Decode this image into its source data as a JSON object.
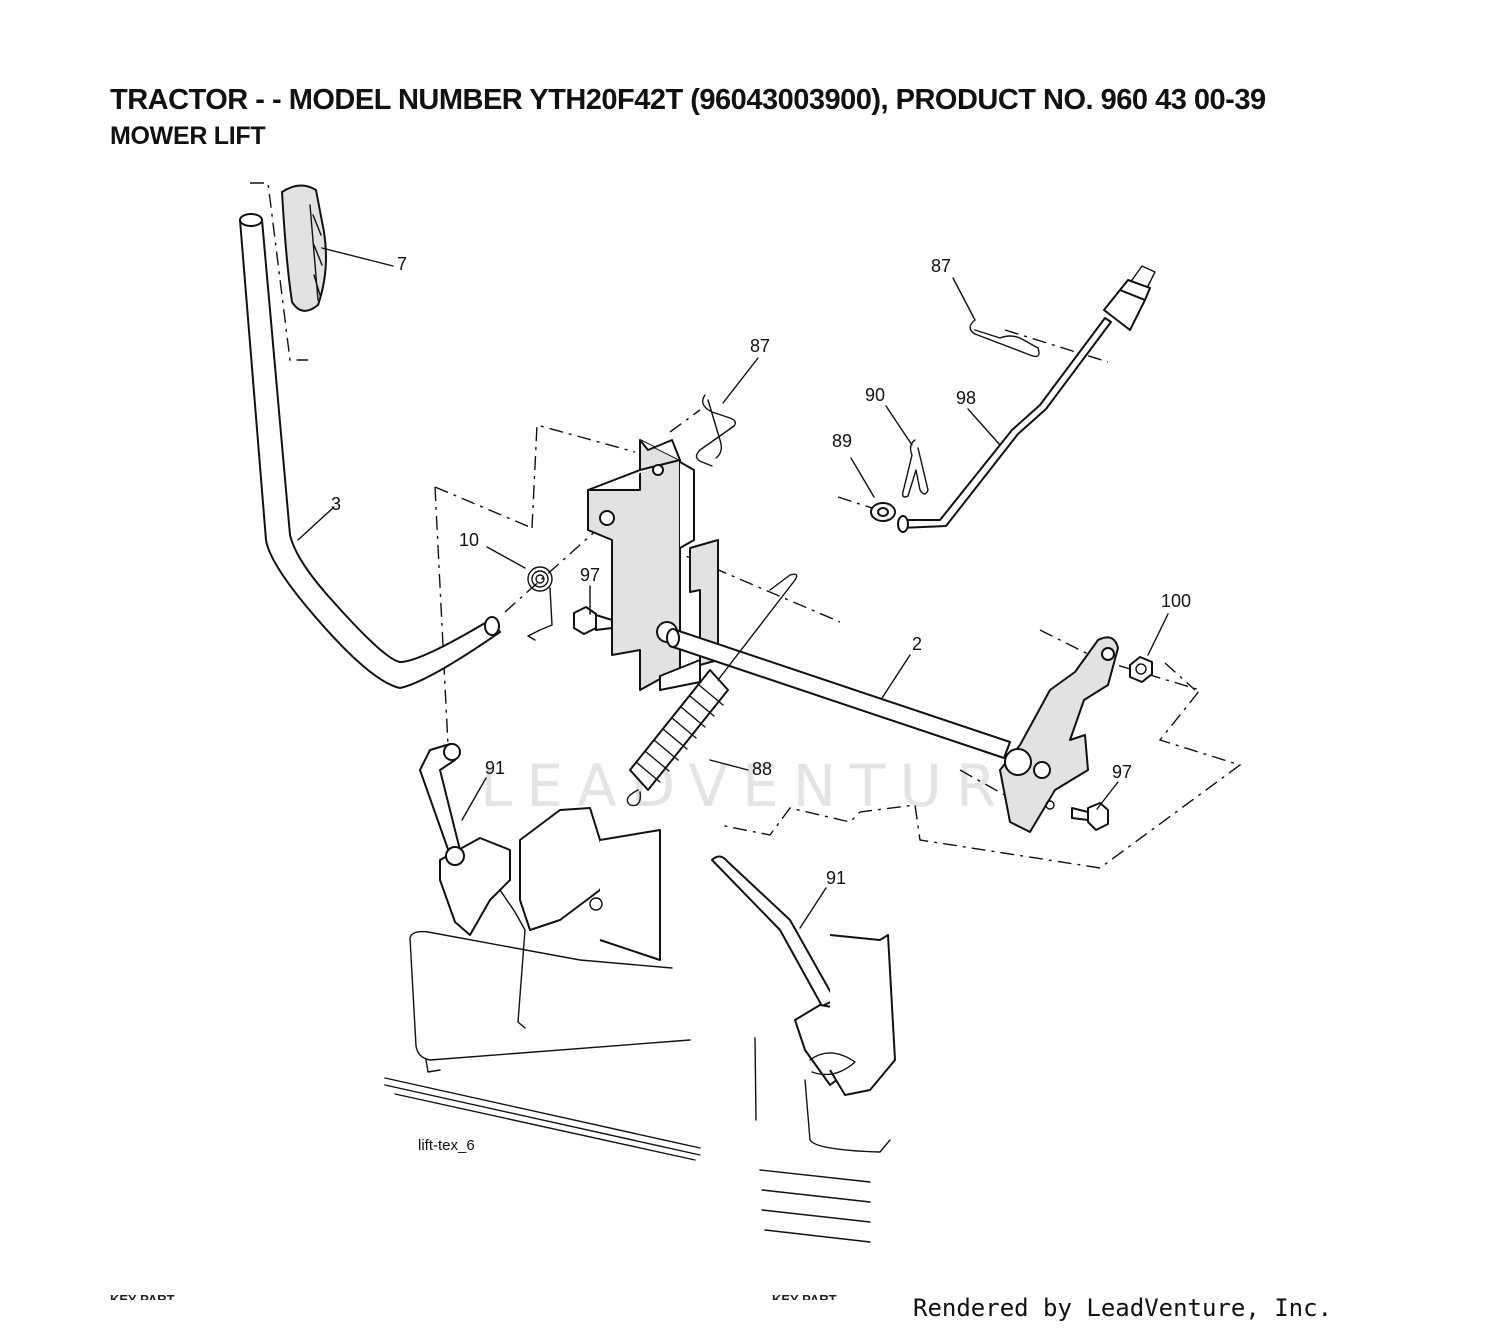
{
  "header": {
    "title": "TRACTOR - - MODEL NUMBER YTH20F42T (96043003900), PRODUCT NO. 960 43 00-39",
    "subtitle": "MOWER LIFT"
  },
  "callouts": [
    "7",
    "87",
    "87",
    "3",
    "10",
    "97",
    "90",
    "98",
    "89",
    "2",
    "100",
    "88",
    "91",
    "97",
    "91"
  ],
  "figure_code": "lift-tex_6",
  "watermark": "LEADVENTURE",
  "footer": {
    "rendered_by": "Rendered by LeadVenture, Inc.",
    "key_left": "KEY PART",
    "key_right": "KEY PART"
  }
}
